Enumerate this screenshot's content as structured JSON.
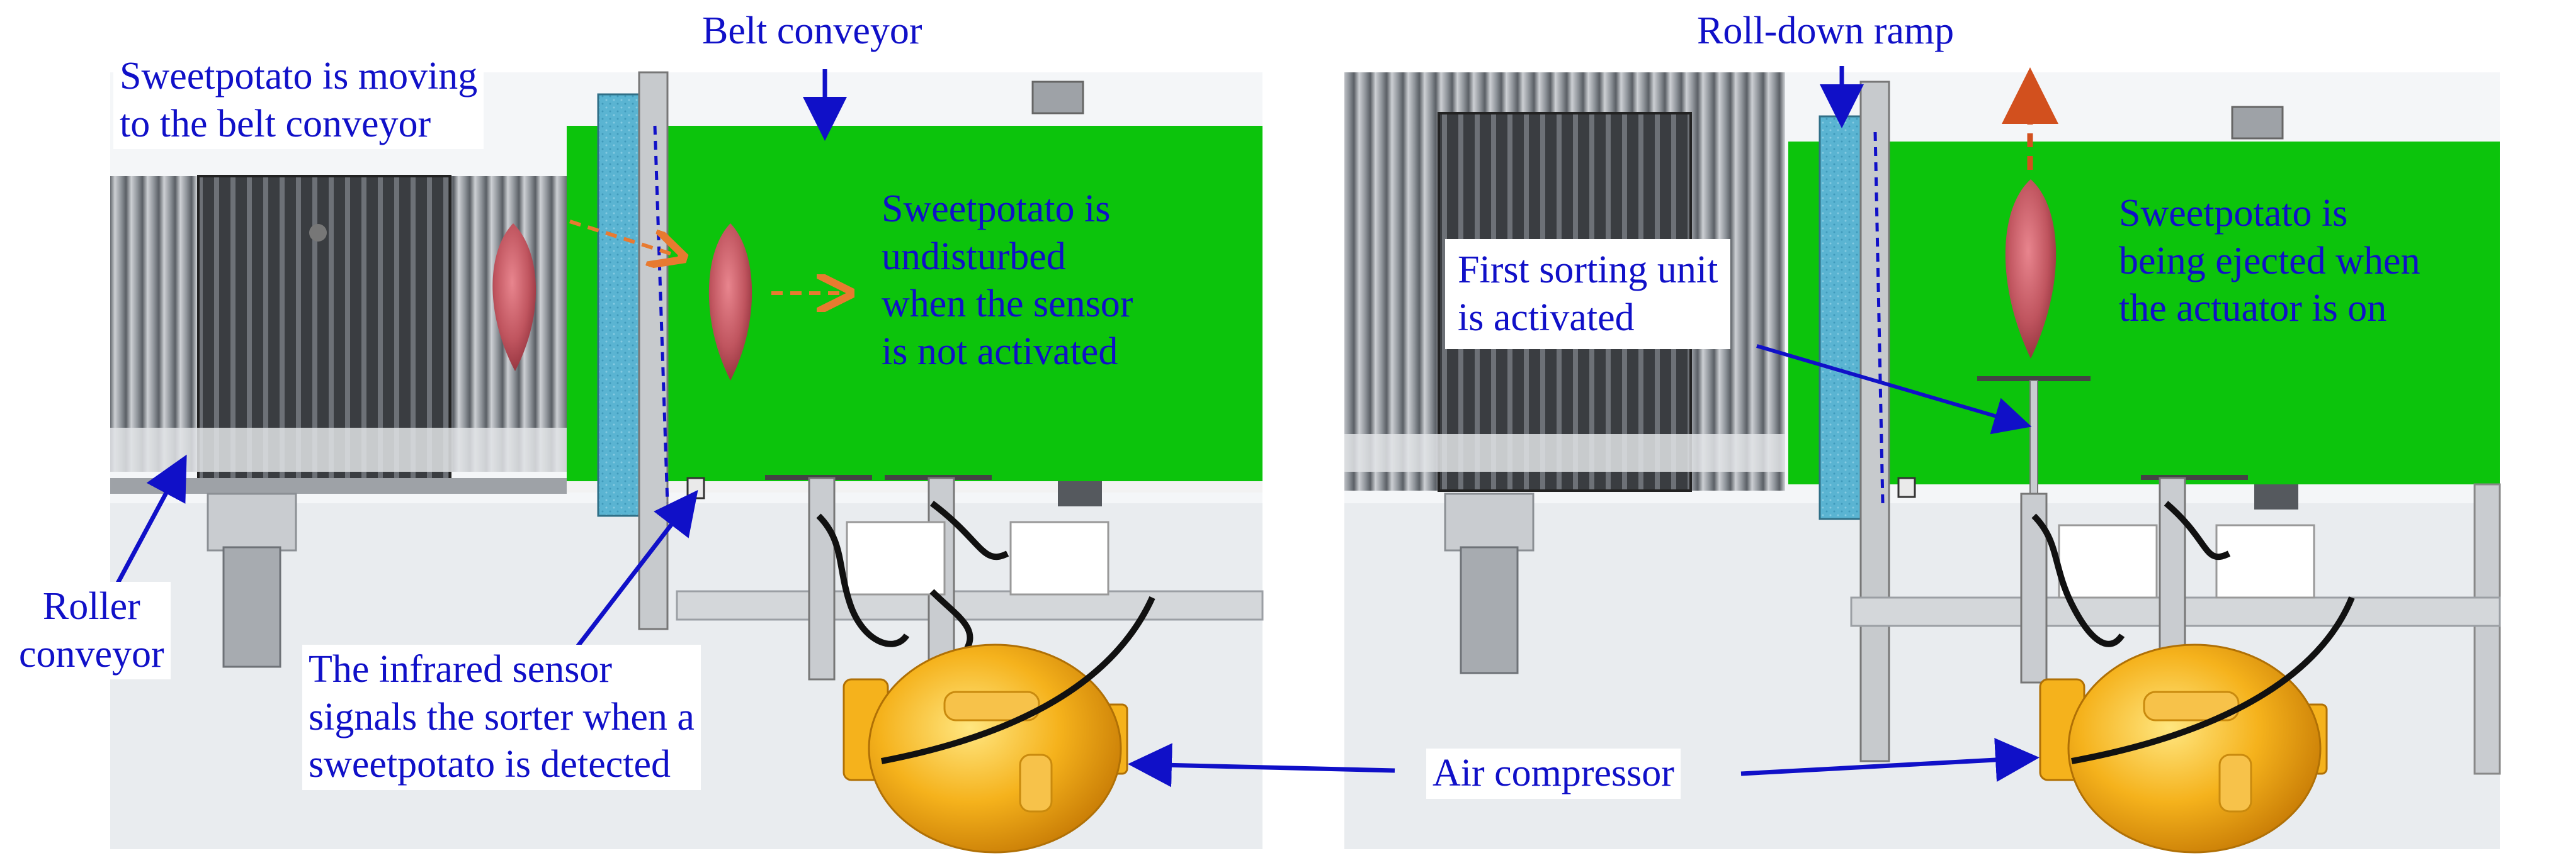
{
  "labels": {
    "belt_conveyor": "Belt conveyor",
    "roll_down_ramp": "Roll-down ramp",
    "moving_to_belt": "Sweetpotato is moving\nto the belt conveyor",
    "undisturbed": "Sweetpotato is\nundisturbed\nwhen the sensor\nis not activated",
    "first_sorting_unit": "First sorting unit\nis activated",
    "being_ejected": "Sweetpotato is\nbeing ejected when\nthe actuator is on",
    "roller_conveyor": "Roller\nconveyor",
    "infrared_sensor": "The infrared sensor\nsignals the sorter when a\nsweetpotato is detected",
    "air_compressor": "Air compressor"
  },
  "colors": {
    "label_text": "#1010c8",
    "belt_green": "#0cc40c",
    "ramp_blue": "#5ab4d2",
    "sweetpotato": "#c0555f",
    "motion_arrow": "#e87a30",
    "eject_arrow": "#d2501e",
    "compressor": "#f5b21c",
    "frame_gray": "#bfc3c8"
  }
}
